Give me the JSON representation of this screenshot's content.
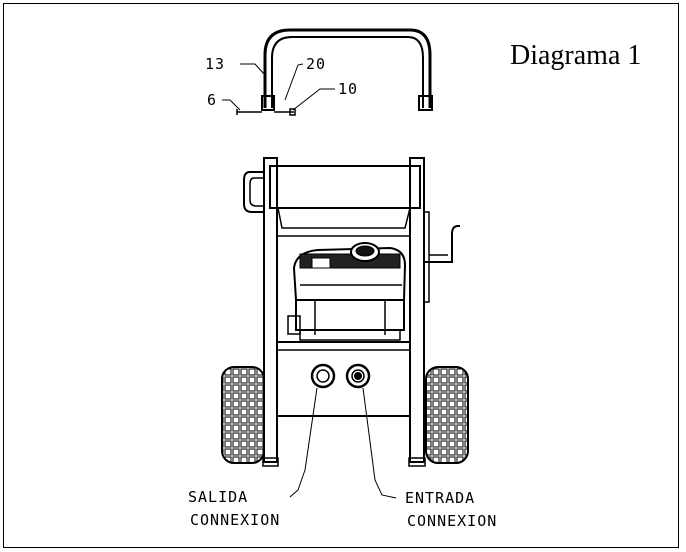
{
  "title": "Diagrama 1",
  "callouts": {
    "c13": "13",
    "c20": "20",
    "c6": "6",
    "c10": "10"
  },
  "outlets": {
    "salida": "SALIDA",
    "salida_sub": "CONNEXION",
    "entrada": "ENTRADA",
    "entrada_sub": "CONNEXION"
  }
}
